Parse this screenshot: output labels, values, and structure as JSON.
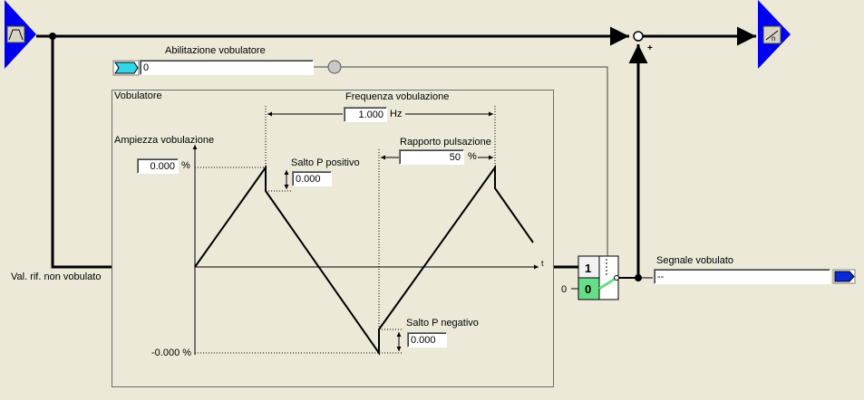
{
  "enable": {
    "label": "Abilitazione vobulatore",
    "value": "0"
  },
  "panel": {
    "title": "Vobulatore"
  },
  "frequency": {
    "label": "Frequenza vobulazione",
    "value": "1.000",
    "unit": "Hz"
  },
  "amplitude": {
    "label": "Ampiezza vobulazione",
    "value": "0.000",
    "unit": "%",
    "negative_label": "-0.000 %"
  },
  "pulse_ratio": {
    "label": "Rapporto pulsazione",
    "value": "50",
    "unit": "%"
  },
  "jump_positive": {
    "label": "Salto P positivo",
    "value": "0.000"
  },
  "jump_negative": {
    "label": "Salto P negativo",
    "value": "0.000"
  },
  "axis": {
    "t_label": "t"
  },
  "input": {
    "label": "Val. rif. non vobulato"
  },
  "switch": {
    "input_1": "1",
    "input_0": "0",
    "zero_label": "0"
  },
  "summing": {
    "plus": "+"
  },
  "output": {
    "label": "Segnale vobulato",
    "value": "--"
  },
  "colors": {
    "arrow_blue": "#0000F0",
    "active_green": "#66DD88",
    "connector_cyan": "#33D6E8",
    "background": "#ECE9D8"
  }
}
